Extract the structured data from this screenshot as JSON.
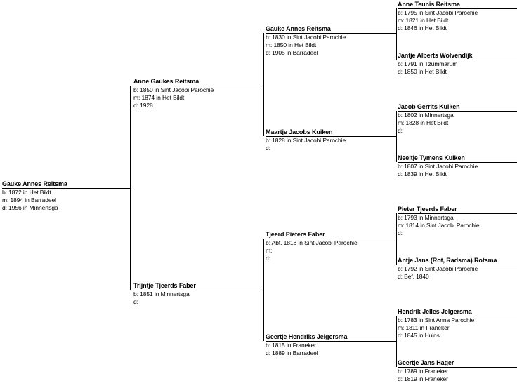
{
  "people": [
    {
      "name": "Gauke Annes Reitsma",
      "details": [
        "b: 1872 in Het Bildt",
        "m: 1894 in Barradeel",
        "d: 1956 in Minnertsga"
      ]
    },
    {
      "name": "Anne Gaukes Reitsma",
      "details": [
        "b: 1850 in Sint Jacobi Parochie",
        "m: 1874 in Het Bildt",
        "d: 1928"
      ]
    },
    {
      "name": "Trijntje Tjeerds Faber",
      "details": [
        "b: 1851 in Minnertsga",
        "d:"
      ]
    },
    {
      "name": "Gauke Annes Reitsma",
      "details": [
        "b: 1830 in Sint Jacobi Parochie",
        "m: 1850 in Het Bildt",
        "d: 1905 in Barradeel"
      ]
    },
    {
      "name": "Maartje Jacobs Kuiken",
      "details": [
        "b: 1828 in Sint Jacobi Parochie",
        "d:"
      ]
    },
    {
      "name": "Tjeerd Pieters Faber",
      "details": [
        "b: Abt. 1818 in Sint Jacobi Parochie",
        "m:",
        "d:"
      ]
    },
    {
      "name": "Geertje Hendriks Jelgersma",
      "details": [
        "b: 1815 in Franeker",
        "d: 1889 in Barradeel"
      ]
    },
    {
      "name": "Anne Teunis Reitsma",
      "details": [
        "b: 1795 in Sint Jacobi Parochie",
        "m: 1821 in Het Bildt",
        "d: 1846 in Het Bildt"
      ]
    },
    {
      "name": "Jantje Alberts Wolvendijk",
      "details": [
        "b: 1791 in Tzummarum",
        "d: 1850 in Het Bildt"
      ]
    },
    {
      "name": "Jacob Gerrits Kuiken",
      "details": [
        "b: 1802 in Minnertsga",
        "m: 1828 in Het Bildt",
        "d:"
      ]
    },
    {
      "name": "Neeltje Tymens Kuiken",
      "details": [
        "b: 1807 in Sint Jacobi Parochie",
        "d: 1839 in Het Bildt"
      ]
    },
    {
      "name": "Pieter Tjeerds Faber",
      "details": [
        "b: 1793 in Minnertsga",
        "m: 1814 in Sint Jacobi Parochie",
        "d:"
      ]
    },
    {
      "name": "Antje Jans (Rot, Radsma) Rotsma",
      "details": [
        "b: 1792 in Sint Jacobi Parochie",
        "d: Bef. 1840"
      ]
    },
    {
      "name": "Hendrik Jelles Jelgersma",
      "details": [
        "b: 1783 in Sint Anna Parochie",
        "m: 1811 in Franeker",
        "d: 1845 in Huins"
      ]
    },
    {
      "name": "Geertje Jans Hager",
      "details": [
        "b: 1789 in Franeker",
        "d: 1819 in Franeker"
      ]
    }
  ]
}
